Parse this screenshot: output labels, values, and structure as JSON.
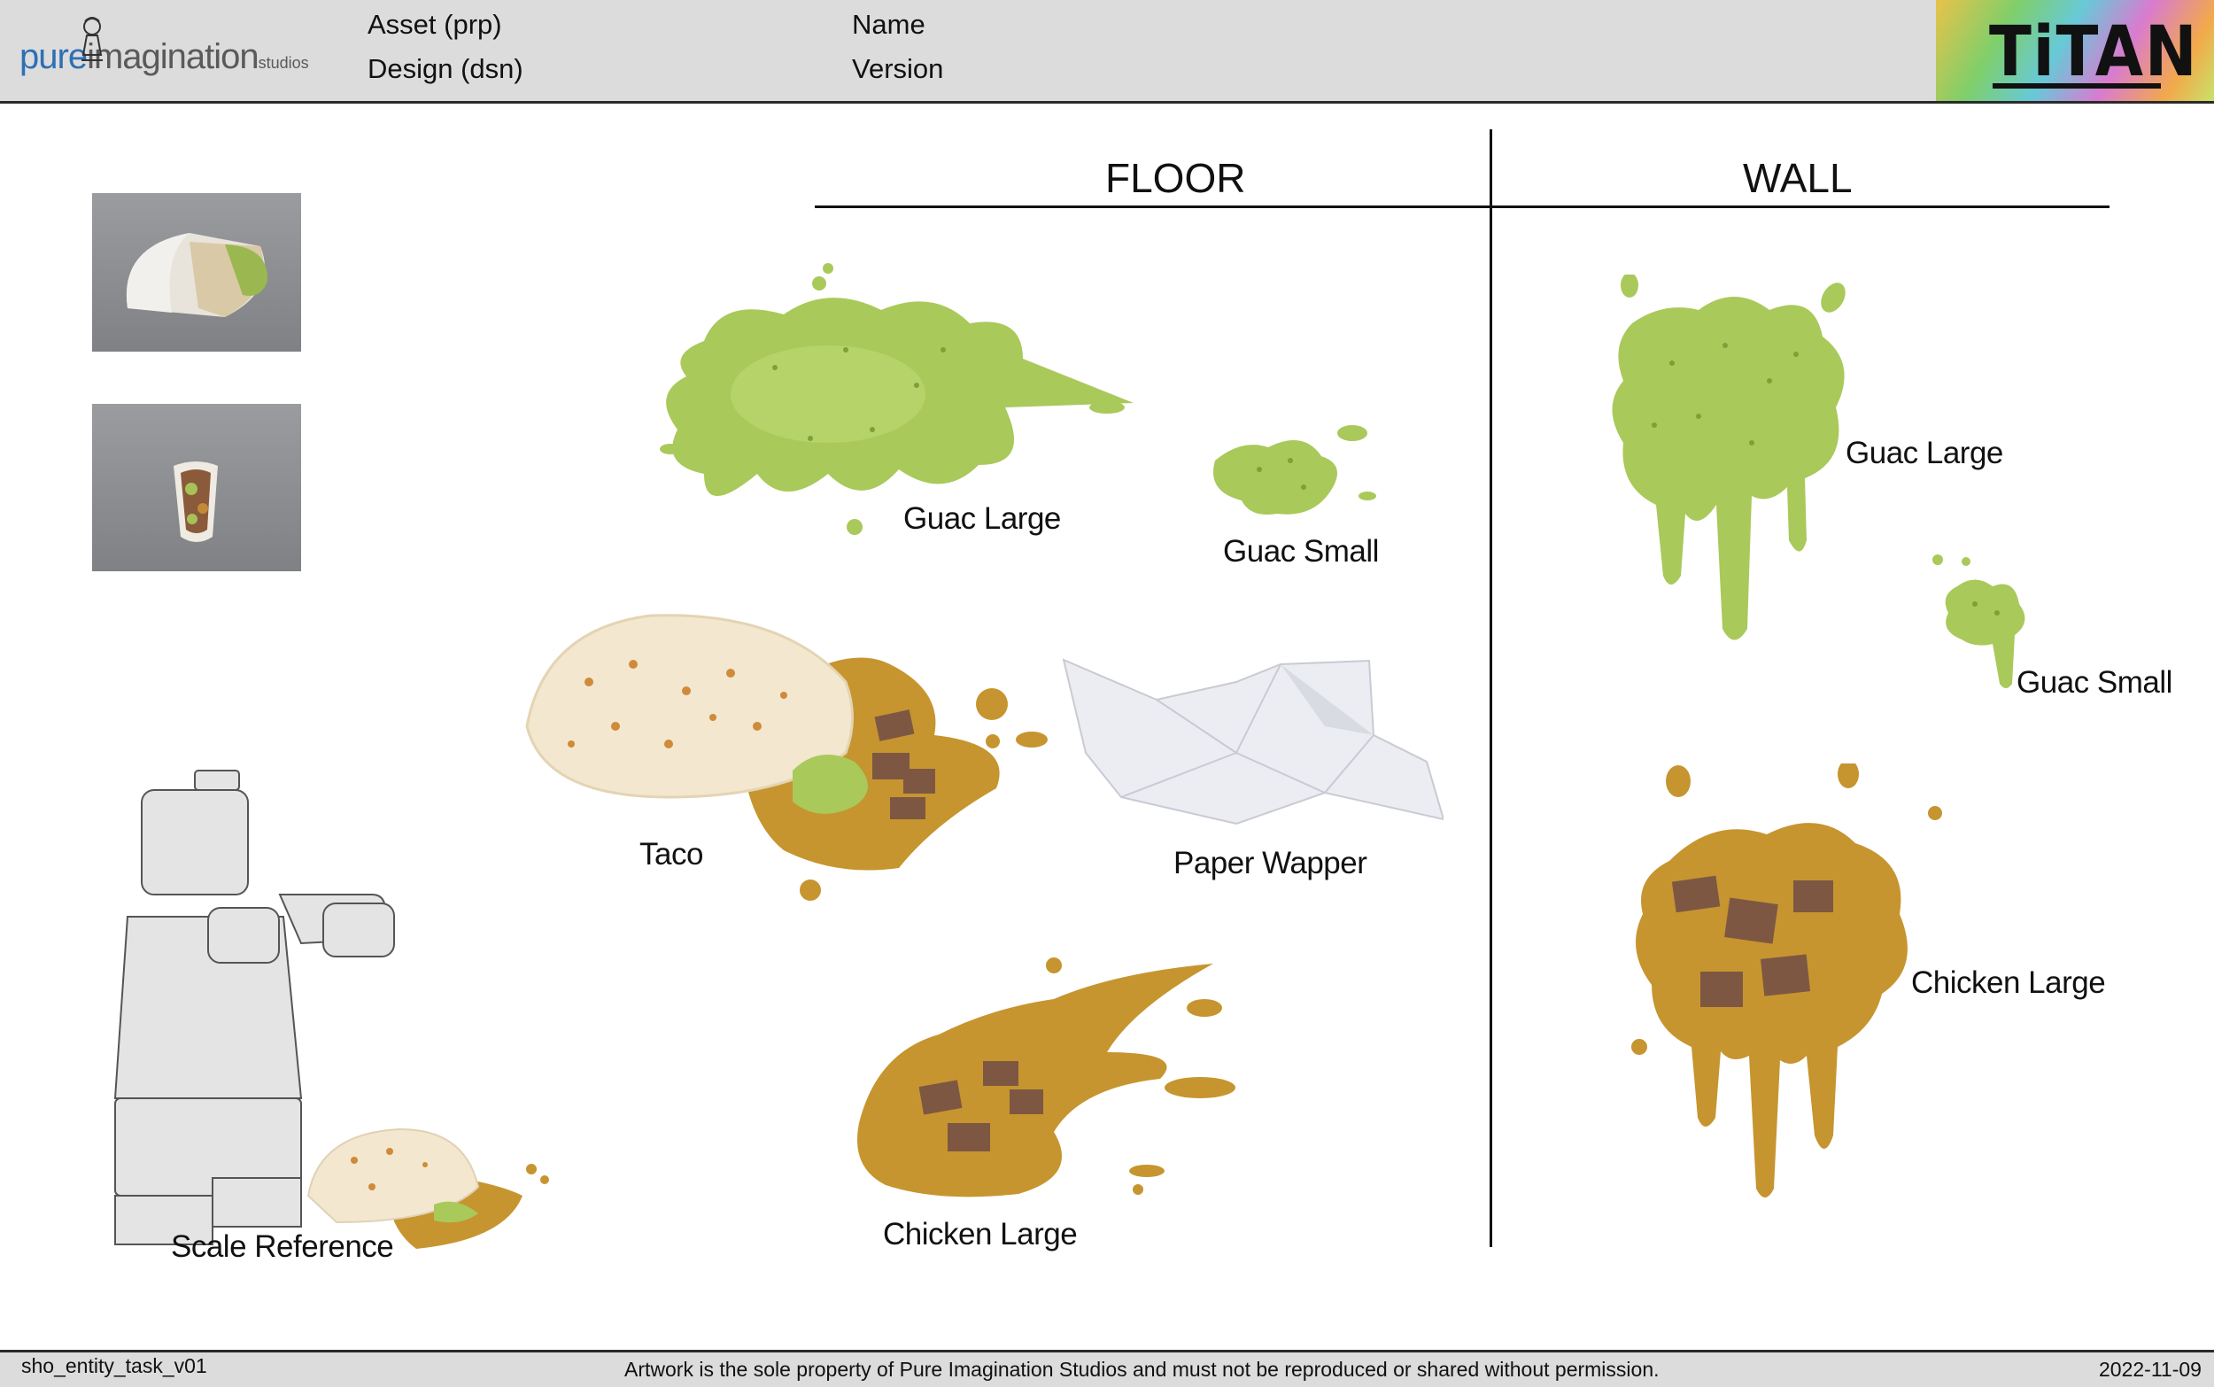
{
  "header": {
    "logo": {
      "word_pure": "pure",
      "word_imagination": "imagination",
      "word_studios": "studios"
    },
    "asset_label": "Asset (prp)",
    "design_label": "Design (dsn)",
    "name_label": "Name",
    "version_label": "Version",
    "brand": "TiTAN"
  },
  "sections": {
    "floor": "FLOOR",
    "wall": "WALL"
  },
  "floor_items": {
    "guac_large": "Guac Large",
    "guac_small": "Guac Small",
    "taco": "Taco",
    "paper_wrapper": "Paper Wapper",
    "chicken_large": "Chicken Large"
  },
  "wall_items": {
    "guac_large": "Guac Large",
    "guac_small": "Guac Small",
    "chicken_large": "Chicken Large"
  },
  "scale_reference": "Scale Reference",
  "footer": {
    "task": "sho_entity_task_v01",
    "notice": "Artwork is the sole property of Pure Imagination Studios and must not be reproduced or shared without permission.",
    "date": "2022-11-09"
  },
  "colors": {
    "guac": "#a9c95a",
    "guac_dark": "#7e9f3a",
    "chicken": "#c6952f",
    "chicken_dark": "#8f6418",
    "meat": "#7e5743",
    "tortilla": "#f3e7cf",
    "header_bg": "#dcdcdc"
  }
}
